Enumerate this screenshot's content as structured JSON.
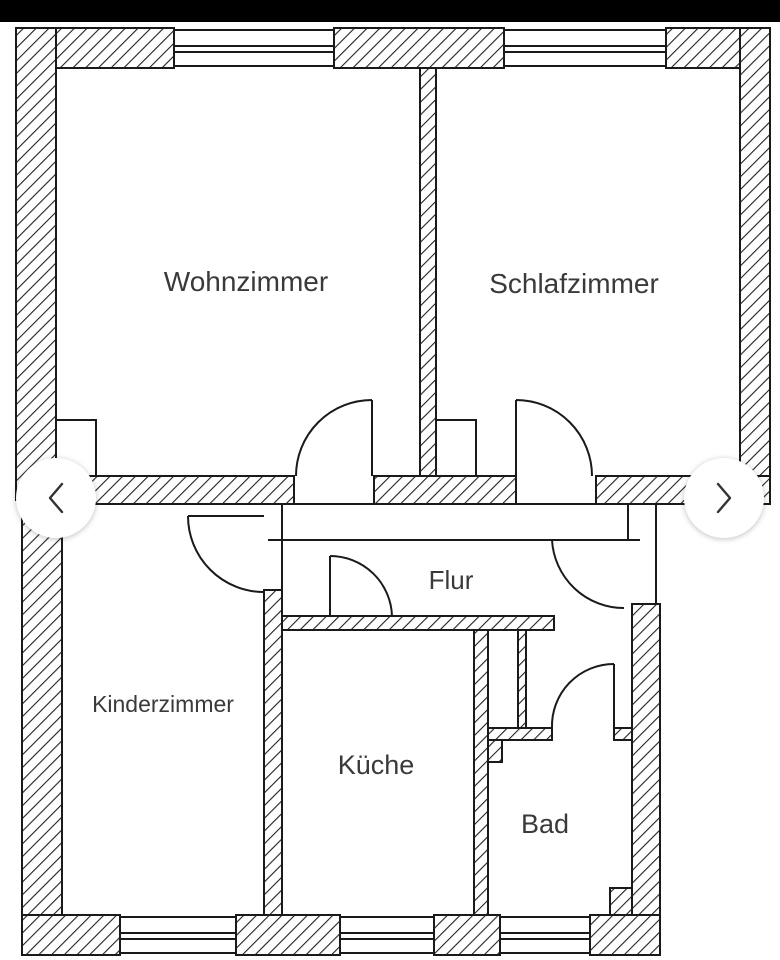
{
  "floorplan": {
    "rooms": {
      "wohnzimmer": "Wohnzimmer",
      "schlafzimmer": "Schlafzimmer",
      "flur": "Flur",
      "kinderzimmer": "Kinderzimmer",
      "kueche": "Küche",
      "bad": "Bad"
    }
  },
  "carousel": {
    "prev_icon": "chevron-left-icon",
    "next_icon": "chevron-right-icon"
  },
  "colors": {
    "topbar": "#000000",
    "wall_line": "#1a1a1a",
    "label": "#3a3a3a"
  }
}
